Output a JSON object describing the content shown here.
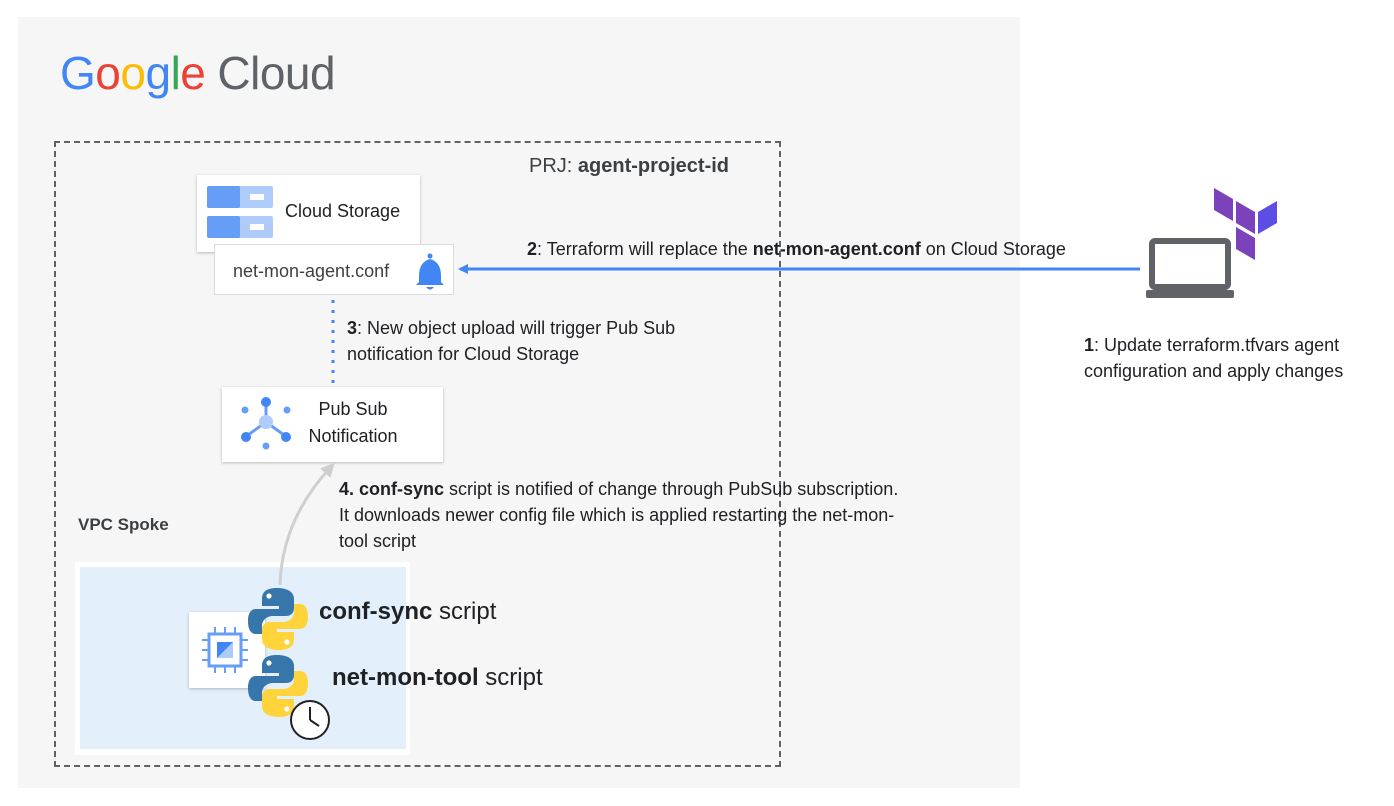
{
  "logo": {
    "google": [
      "G",
      "o",
      "o",
      "g",
      "l",
      "e"
    ],
    "cloud": "Cloud"
  },
  "project": {
    "prefix": "PRJ: ",
    "id": "agent-project-id"
  },
  "storage": {
    "label": "Cloud Storage"
  },
  "conf_file": {
    "label": "net-mon-agent.conf"
  },
  "pubsub": {
    "line1": "Pub Sub",
    "line2": "Notification"
  },
  "steps": {
    "step1": {
      "num": "1",
      "text": ": Update terraform.tfvars agent configuration and apply changes"
    },
    "step2": {
      "num": "2",
      "pre": ": Terraform will replace the ",
      "bold": "net-mon-agent.conf",
      "post": " on Cloud Storage"
    },
    "step3": {
      "num": "3",
      "text": ": New object upload will trigger Pub Sub notification for Cloud Storage"
    },
    "step4": {
      "num": "4. ",
      "bold": "conf-sync",
      "text": " script is notified of change through PubSub subscription. It downloads newer config file which is applied restarting the net-mon-tool script"
    }
  },
  "vpc": {
    "label": "VPC Spoke"
  },
  "scripts": {
    "confsync": {
      "bold": "conf-sync",
      "rest": " script"
    },
    "netmon": {
      "bold": "net-mon-tool",
      "rest": " script"
    }
  },
  "colors": {
    "arrow_blue": "#4285f4",
    "terraform_purple": "#7b42bc",
    "python_blue": "#3776ab",
    "python_yellow": "#ffd43b"
  }
}
